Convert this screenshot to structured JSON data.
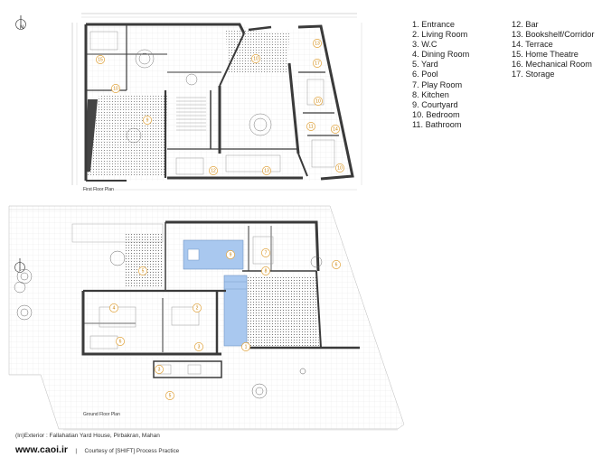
{
  "legend_left": [
    "1. Entrance",
    "2. Living Room",
    "3. W.C",
    "4. Dining Room",
    "5. Yard",
    "6. Pool",
    "7. Play Room",
    "8. Kitchen",
    "9. Courtyard",
    "10. Bedroom",
    "11. Bathroom"
  ],
  "legend_right": [
    "12. Bar",
    "13. Bookshelf/Corridor",
    "14. Terrace",
    "15. Home Theatre",
    "16. Mechanical Room",
    "17. Storage"
  ],
  "captions": {
    "first_floor": "First Floor Plan",
    "ground_floor": "Ground Floor Plan"
  },
  "north_label": "N",
  "footer": {
    "title": "(In)Exterior : Fallahatian Yard House, Pirbakran, Mahan",
    "site": "www.caoi.ir",
    "separator": "|",
    "credit": "Courtesy of [SHIFT] Process Practice"
  },
  "first_floor_markers": [
    "15",
    "10",
    "9",
    "10",
    "13",
    "17",
    "10",
    "11",
    "14",
    "12",
    "13",
    "10"
  ],
  "ground_floor_markers": [
    "6",
    "5",
    "9",
    "4",
    "2",
    "7",
    "8",
    "6",
    "3",
    "3",
    "1",
    "5"
  ],
  "colors": {
    "wall": "#3a3a3a",
    "pool": "#a9c8ef",
    "marker": "#e0a23a",
    "grid": "#d8d8d8"
  }
}
